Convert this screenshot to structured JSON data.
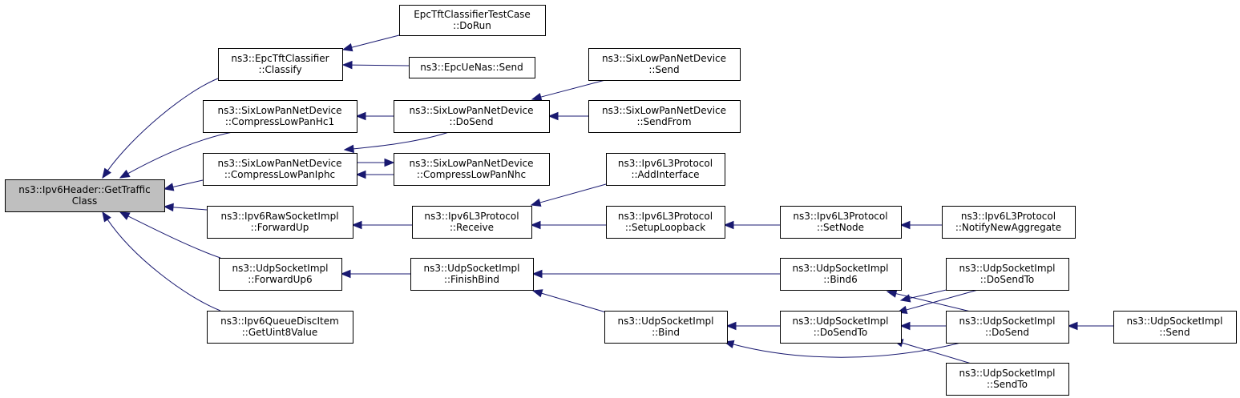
{
  "colors": {
    "edge": "#191970",
    "node_fill": "#ffffff",
    "root_fill": "#bfbfbf",
    "border": "#000000"
  },
  "nodes": [
    {
      "id": "root",
      "lines": [
        "ns3::Ipv6Header::GetTraffic",
        "Class"
      ],
      "root": true
    },
    {
      "id": "classify",
      "lines": [
        "ns3::EpcTftClassifier",
        "::Classify"
      ]
    },
    {
      "id": "hc1",
      "lines": [
        "ns3::SixLowPanNetDevice",
        "::CompressLowPanHc1"
      ]
    },
    {
      "id": "iphc",
      "lines": [
        "ns3::SixLowPanNetDevice",
        "::CompressLowPanIphc"
      ]
    },
    {
      "id": "rawfwd",
      "lines": [
        "ns3::Ipv6RawSocketImpl",
        "::ForwardUp"
      ]
    },
    {
      "id": "udpfwd6",
      "lines": [
        "ns3::UdpSocketImpl",
        "::ForwardUp6"
      ]
    },
    {
      "id": "qdisc",
      "lines": [
        "ns3::Ipv6QueueDiscItem",
        "::GetUint8Value"
      ]
    },
    {
      "id": "tftrun",
      "lines": [
        "EpcTftClassifierTestCase",
        "::DoRun"
      ]
    },
    {
      "id": "uenas",
      "lines": [
        "ns3::EpcUeNas::Send"
      ]
    },
    {
      "id": "sixdosend",
      "lines": [
        "ns3::SixLowPanNetDevice",
        "::DoSend"
      ]
    },
    {
      "id": "nhc",
      "lines": [
        "ns3::SixLowPanNetDevice",
        "::CompressLowPanNhc"
      ]
    },
    {
      "id": "l3recv",
      "lines": [
        "ns3::Ipv6L3Protocol",
        "::Receive"
      ]
    },
    {
      "id": "finbind",
      "lines": [
        "ns3::UdpSocketImpl",
        "::FinishBind"
      ]
    },
    {
      "id": "sixsend",
      "lines": [
        "ns3::SixLowPanNetDevice",
        "::Send"
      ]
    },
    {
      "id": "sixfrom",
      "lines": [
        "ns3::SixLowPanNetDevice",
        "::SendFrom"
      ]
    },
    {
      "id": "addif",
      "lines": [
        "ns3::Ipv6L3Protocol",
        "::AddInterface"
      ]
    },
    {
      "id": "setloop",
      "lines": [
        "ns3::Ipv6L3Protocol",
        "::SetupLoopback"
      ]
    },
    {
      "id": "bind",
      "lines": [
        "ns3::UdpSocketImpl",
        "::Bind"
      ]
    },
    {
      "id": "setnode",
      "lines": [
        "ns3::Ipv6L3Protocol",
        "::SetNode"
      ]
    },
    {
      "id": "bind6",
      "lines": [
        "ns3::UdpSocketImpl",
        "::Bind6"
      ]
    },
    {
      "id": "dosendto1",
      "lines": [
        "ns3::UdpSocketImpl",
        "::DoSendTo"
      ]
    },
    {
      "id": "notify",
      "lines": [
        "ns3::Ipv6L3Protocol",
        "::NotifyNewAggregate"
      ]
    },
    {
      "id": "dosendto2",
      "lines": [
        "ns3::UdpSocketImpl",
        "::DoSendTo"
      ]
    },
    {
      "id": "udpdosend",
      "lines": [
        "ns3::UdpSocketImpl",
        "::DoSend"
      ]
    },
    {
      "id": "sendto",
      "lines": [
        "ns3::UdpSocketImpl",
        "::SendTo"
      ]
    },
    {
      "id": "udpsend",
      "lines": [
        "ns3::UdpSocketImpl",
        "::Send"
      ]
    }
  ],
  "edges": [
    {
      "from": "classify",
      "to": "root"
    },
    {
      "from": "hc1",
      "to": "root"
    },
    {
      "from": "iphc",
      "to": "root"
    },
    {
      "from": "rawfwd",
      "to": "root"
    },
    {
      "from": "udpfwd6",
      "to": "root"
    },
    {
      "from": "qdisc",
      "to": "root"
    },
    {
      "from": "tftrun",
      "to": "classify"
    },
    {
      "from": "uenas",
      "to": "classify"
    },
    {
      "from": "sixdosend",
      "to": "hc1"
    },
    {
      "from": "sixdosend",
      "to": "iphc"
    },
    {
      "from": "nhc",
      "to": "iphc"
    },
    {
      "from": "iphc",
      "to": "nhc"
    },
    {
      "from": "l3recv",
      "to": "rawfwd"
    },
    {
      "from": "finbind",
      "to": "udpfwd6"
    },
    {
      "from": "sixsend",
      "to": "sixdosend"
    },
    {
      "from": "sixfrom",
      "to": "sixdosend"
    },
    {
      "from": "addif",
      "to": "l3recv"
    },
    {
      "from": "setloop",
      "to": "l3recv"
    },
    {
      "from": "bind6",
      "to": "finbind"
    },
    {
      "from": "bind",
      "to": "finbind"
    },
    {
      "from": "setnode",
      "to": "setloop"
    },
    {
      "from": "notify",
      "to": "setnode"
    },
    {
      "from": "dosendto2",
      "to": "bind6"
    },
    {
      "from": "udpdosend",
      "to": "bind6"
    },
    {
      "from": "dosendto1",
      "to": "bind"
    },
    {
      "from": "udpdosend",
      "to": "bind"
    },
    {
      "from": "udpdosend",
      "to": "dosendto1"
    },
    {
      "from": "dosendto2",
      "to": "dosendto1"
    },
    {
      "from": "sendto",
      "to": "dosendto1"
    },
    {
      "from": "udpsend",
      "to": "udpdosend"
    }
  ]
}
